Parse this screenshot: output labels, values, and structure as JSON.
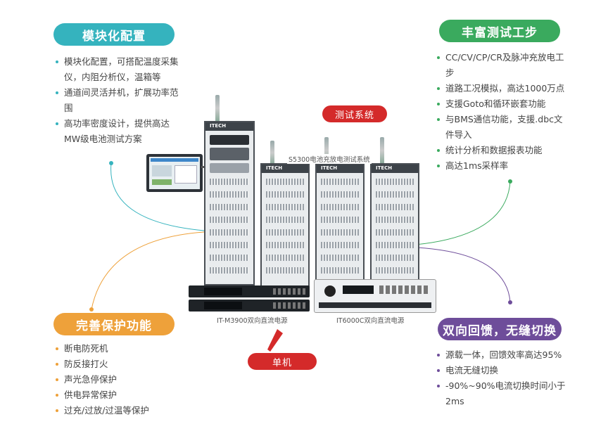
{
  "modular": {
    "title": "模块化配置",
    "color": "#35b3be",
    "items": [
      "模块化配置，可搭配温度采集仪，内阻分析仪，温箱等",
      "通道间灵活并机，扩展功率范围",
      "高功率密度设计，提供高达MW级电池测试方案"
    ]
  },
  "rich": {
    "title": "丰富测试工步",
    "color": "#3aaa5e",
    "items": [
      "CC/CV/CP/CR及脉冲充放电工步",
      "道路工况模拟，高达1000万点",
      "支援Goto和循环嵌套功能",
      "与BMS通信功能，支援.dbc文件导入",
      "统计分析和数据报表功能",
      "高达1ms采样率"
    ]
  },
  "protect": {
    "title": "完善保护功能",
    "color": "#eea13a",
    "items": [
      "断电防死机",
      "防反接打火",
      "声光急停保护",
      "供电异常保护",
      "过充/过放/过温等保护"
    ]
  },
  "bidir": {
    "title": "双向回馈，无缝切换",
    "color": "#6e4d9a",
    "items": [
      "源载一体，回馈效率高达95%",
      "电流无缝切换",
      "-90%~90%电流切换时间小于2ms"
    ]
  },
  "labels": {
    "system_tag": "测试系统",
    "single_tag": "单机",
    "system_caption": "S5300电池充放电测试系统",
    "m3900_caption": "IT-M3900双向直流电源",
    "it6000_caption": "IT6000C双向直流电源",
    "brand": "ITECH"
  }
}
